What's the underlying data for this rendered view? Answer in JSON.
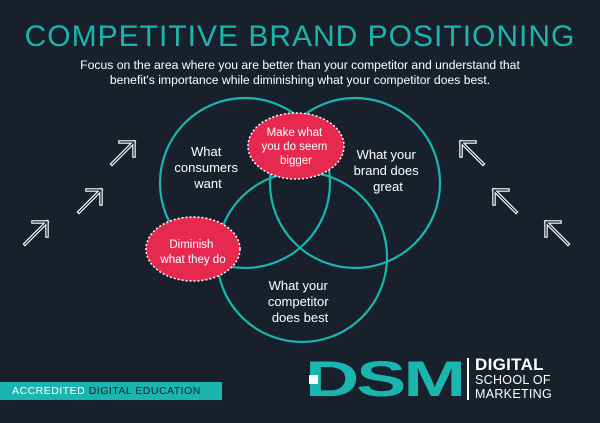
{
  "title": "COMPETITIVE BRAND POSITIONING",
  "subtitle_line1": "Focus on the area where you are better than your competitor and understand that",
  "subtitle_line2": "benefit's importance while diminishing what your competitor does best.",
  "venn": {
    "consumers": [
      "What",
      "consumers",
      "want"
    ],
    "brand": [
      "What your",
      "brand does",
      "great"
    ],
    "competitor": [
      "What your",
      "competitor",
      "does best"
    ],
    "bigger": [
      "Make what",
      "you do seem",
      "bigger"
    ],
    "diminish": [
      "Diminish",
      "what they do"
    ]
  },
  "colors": {
    "background": "#17202b",
    "accent": "#1bb5b0",
    "highlight": "#e8294f"
  },
  "arrow_icons": [
    "arrow-up-right-icon",
    "arrow-up-left-icon"
  ],
  "footer": {
    "accredited": "ACCREDITED",
    "digital_education": "DIGITAL EDUCATION"
  },
  "logo": {
    "mark": "DSM",
    "line1": "DIGITAL",
    "line2": "SCHOOL OF",
    "line3": "MARKETING"
  }
}
